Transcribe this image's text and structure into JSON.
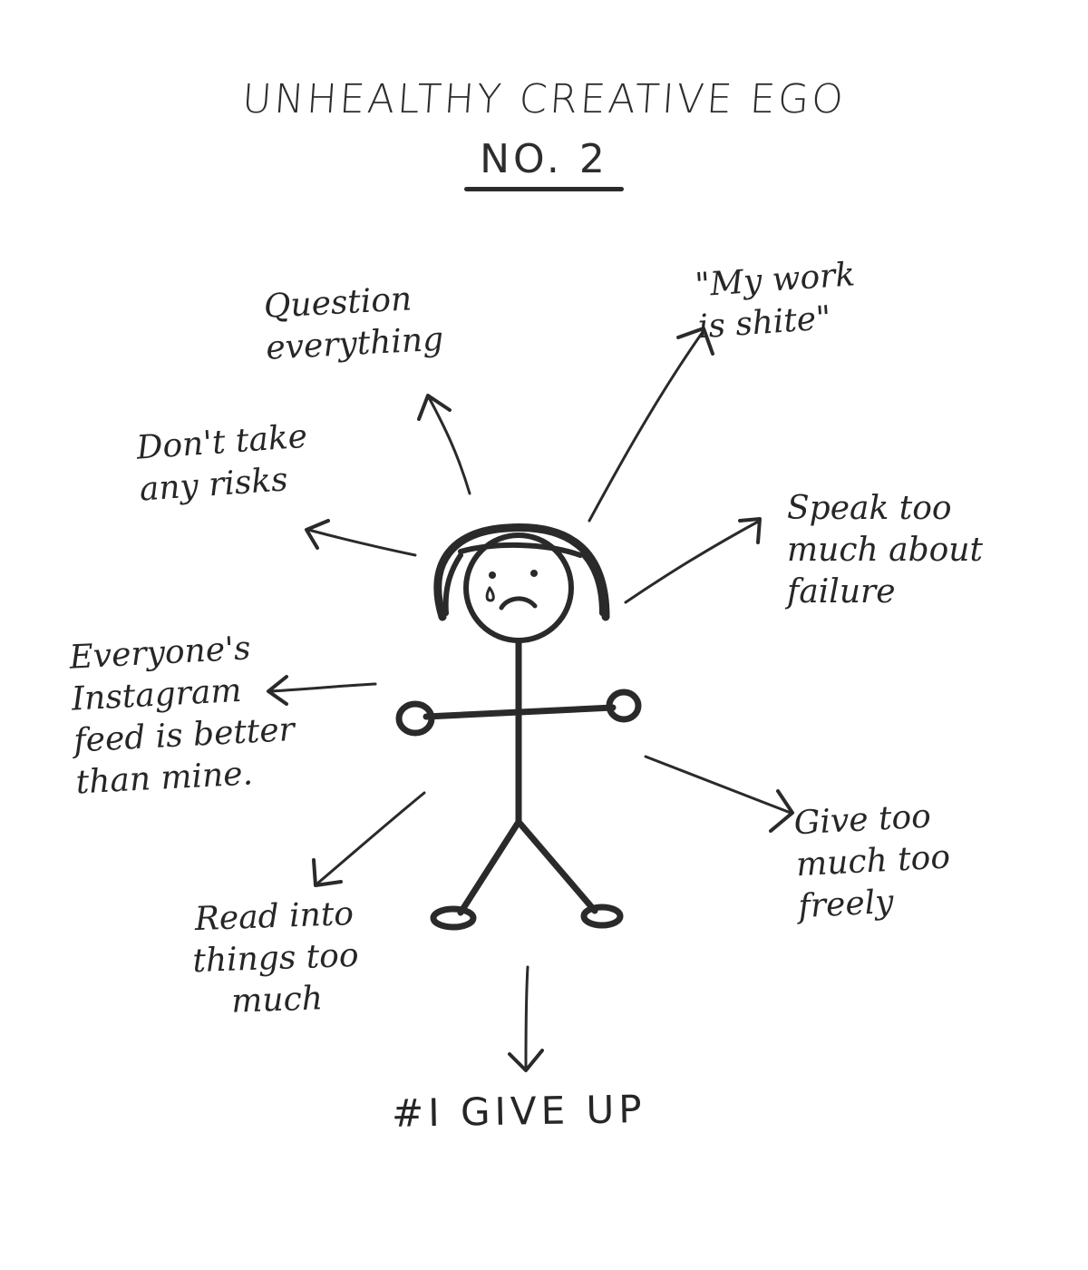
{
  "title": "Unhealthy Creative Ego",
  "subtitle": "No. 2",
  "colors": {
    "ink": "#2a2a2a",
    "paper": "#ffffff"
  },
  "notes": {
    "question": "Question\neverything",
    "my_work": "\"My work\nis shite\"",
    "risks": "Don't take\nany risks",
    "speak": "Speak too\nmuch about\nfailure",
    "instagram": "Everyone's\nInstagram\nfeed is better\nthan mine.",
    "give": "Give too\nmuch too\nfreely",
    "read": "Read into\nthings too\nmuch",
    "give_up": "#I give up"
  }
}
